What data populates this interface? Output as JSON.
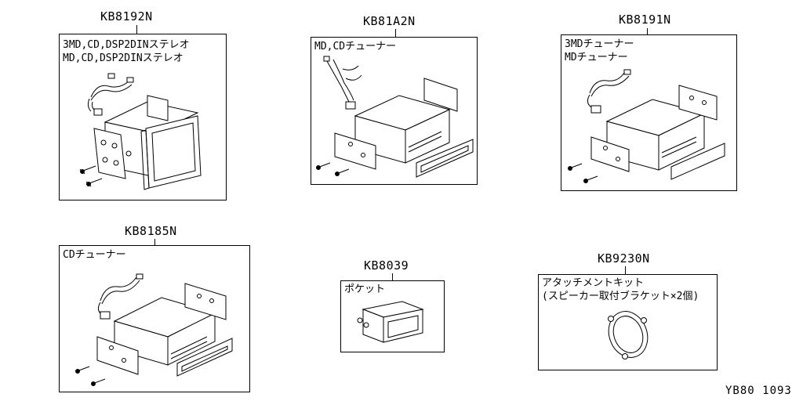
{
  "parts": [
    {
      "code": "KB8192N",
      "lines": [
        "3MD,CD,DSP2DINステレオ",
        "MD,CD,DSP2DINステレオ"
      ]
    },
    {
      "code": "KB81A2N",
      "lines": [
        "MD,CDチューナー"
      ]
    },
    {
      "code": "KB8191N",
      "lines": [
        "3MDチューナー",
        "MDチューナー"
      ]
    },
    {
      "code": "KB8185N",
      "lines": [
        "CDチューナー"
      ]
    },
    {
      "code": "KB8039",
      "lines": [
        "ポケット"
      ]
    },
    {
      "code": "KB9230N",
      "lines": [
        "アタッチメントキット",
        "(スピーカー取付ブラケット×2個)"
      ]
    }
  ],
  "footer": "YB80 1093"
}
